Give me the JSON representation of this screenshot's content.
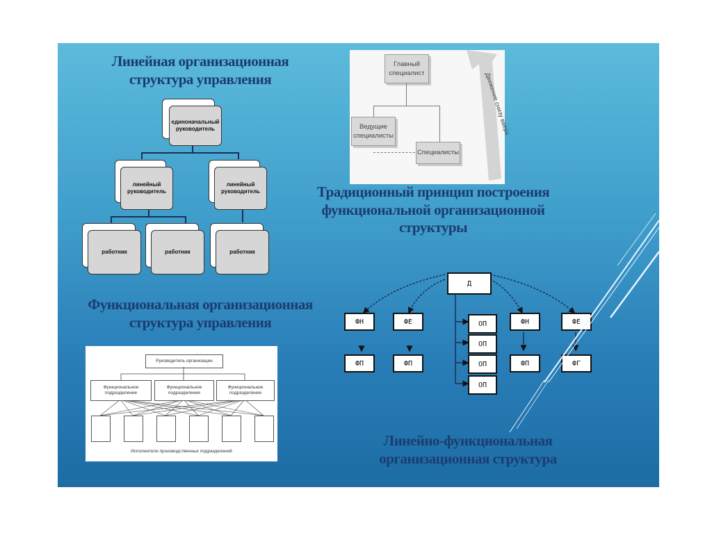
{
  "slide": {
    "colors": {
      "top": "#5cbbdc",
      "bottom": "#1d6ca4",
      "title": "#1b3c70"
    }
  },
  "linear": {
    "title": "Линейная организационная структура управления",
    "title_line1": "Линейная организационная",
    "title_line2": "структура управления",
    "head": "единоначальный руководитель",
    "managers": [
      "линейный руководитель",
      "линейный руководитель"
    ],
    "workers": [
      "работник",
      "работник",
      "работник"
    ]
  },
  "traditional": {
    "title_line1": "Традиционный принцип построения",
    "title_line2": "функциональной организационной",
    "title_line3": "структуры",
    "chief": "Главный специалист",
    "leading": "Ведущие специалисты",
    "specialists": "Специалисты",
    "arrow_label": "Движение снизу вверх"
  },
  "functional": {
    "title_line1": "Функциональная организационная",
    "title_line2": "структура управления",
    "head": "Руководитель организации",
    "departments": [
      "Функциональное подразделение",
      "Функциональное подразделение",
      "Функциональное подразделение"
    ],
    "caption": "Исполнители производственных подразделений"
  },
  "linear_functional": {
    "title_line1": "Линейно-функциональная",
    "title_line2": "организационная структура",
    "director": "Д",
    "top_row": [
      "ФН",
      "ФЕ",
      "ФН",
      "ФЕ"
    ],
    "bottom_row": [
      "ФП",
      "ФП",
      "ФП",
      "ФГ"
    ],
    "column": [
      "ОП",
      "ОП",
      "ОП",
      "ОП"
    ]
  }
}
